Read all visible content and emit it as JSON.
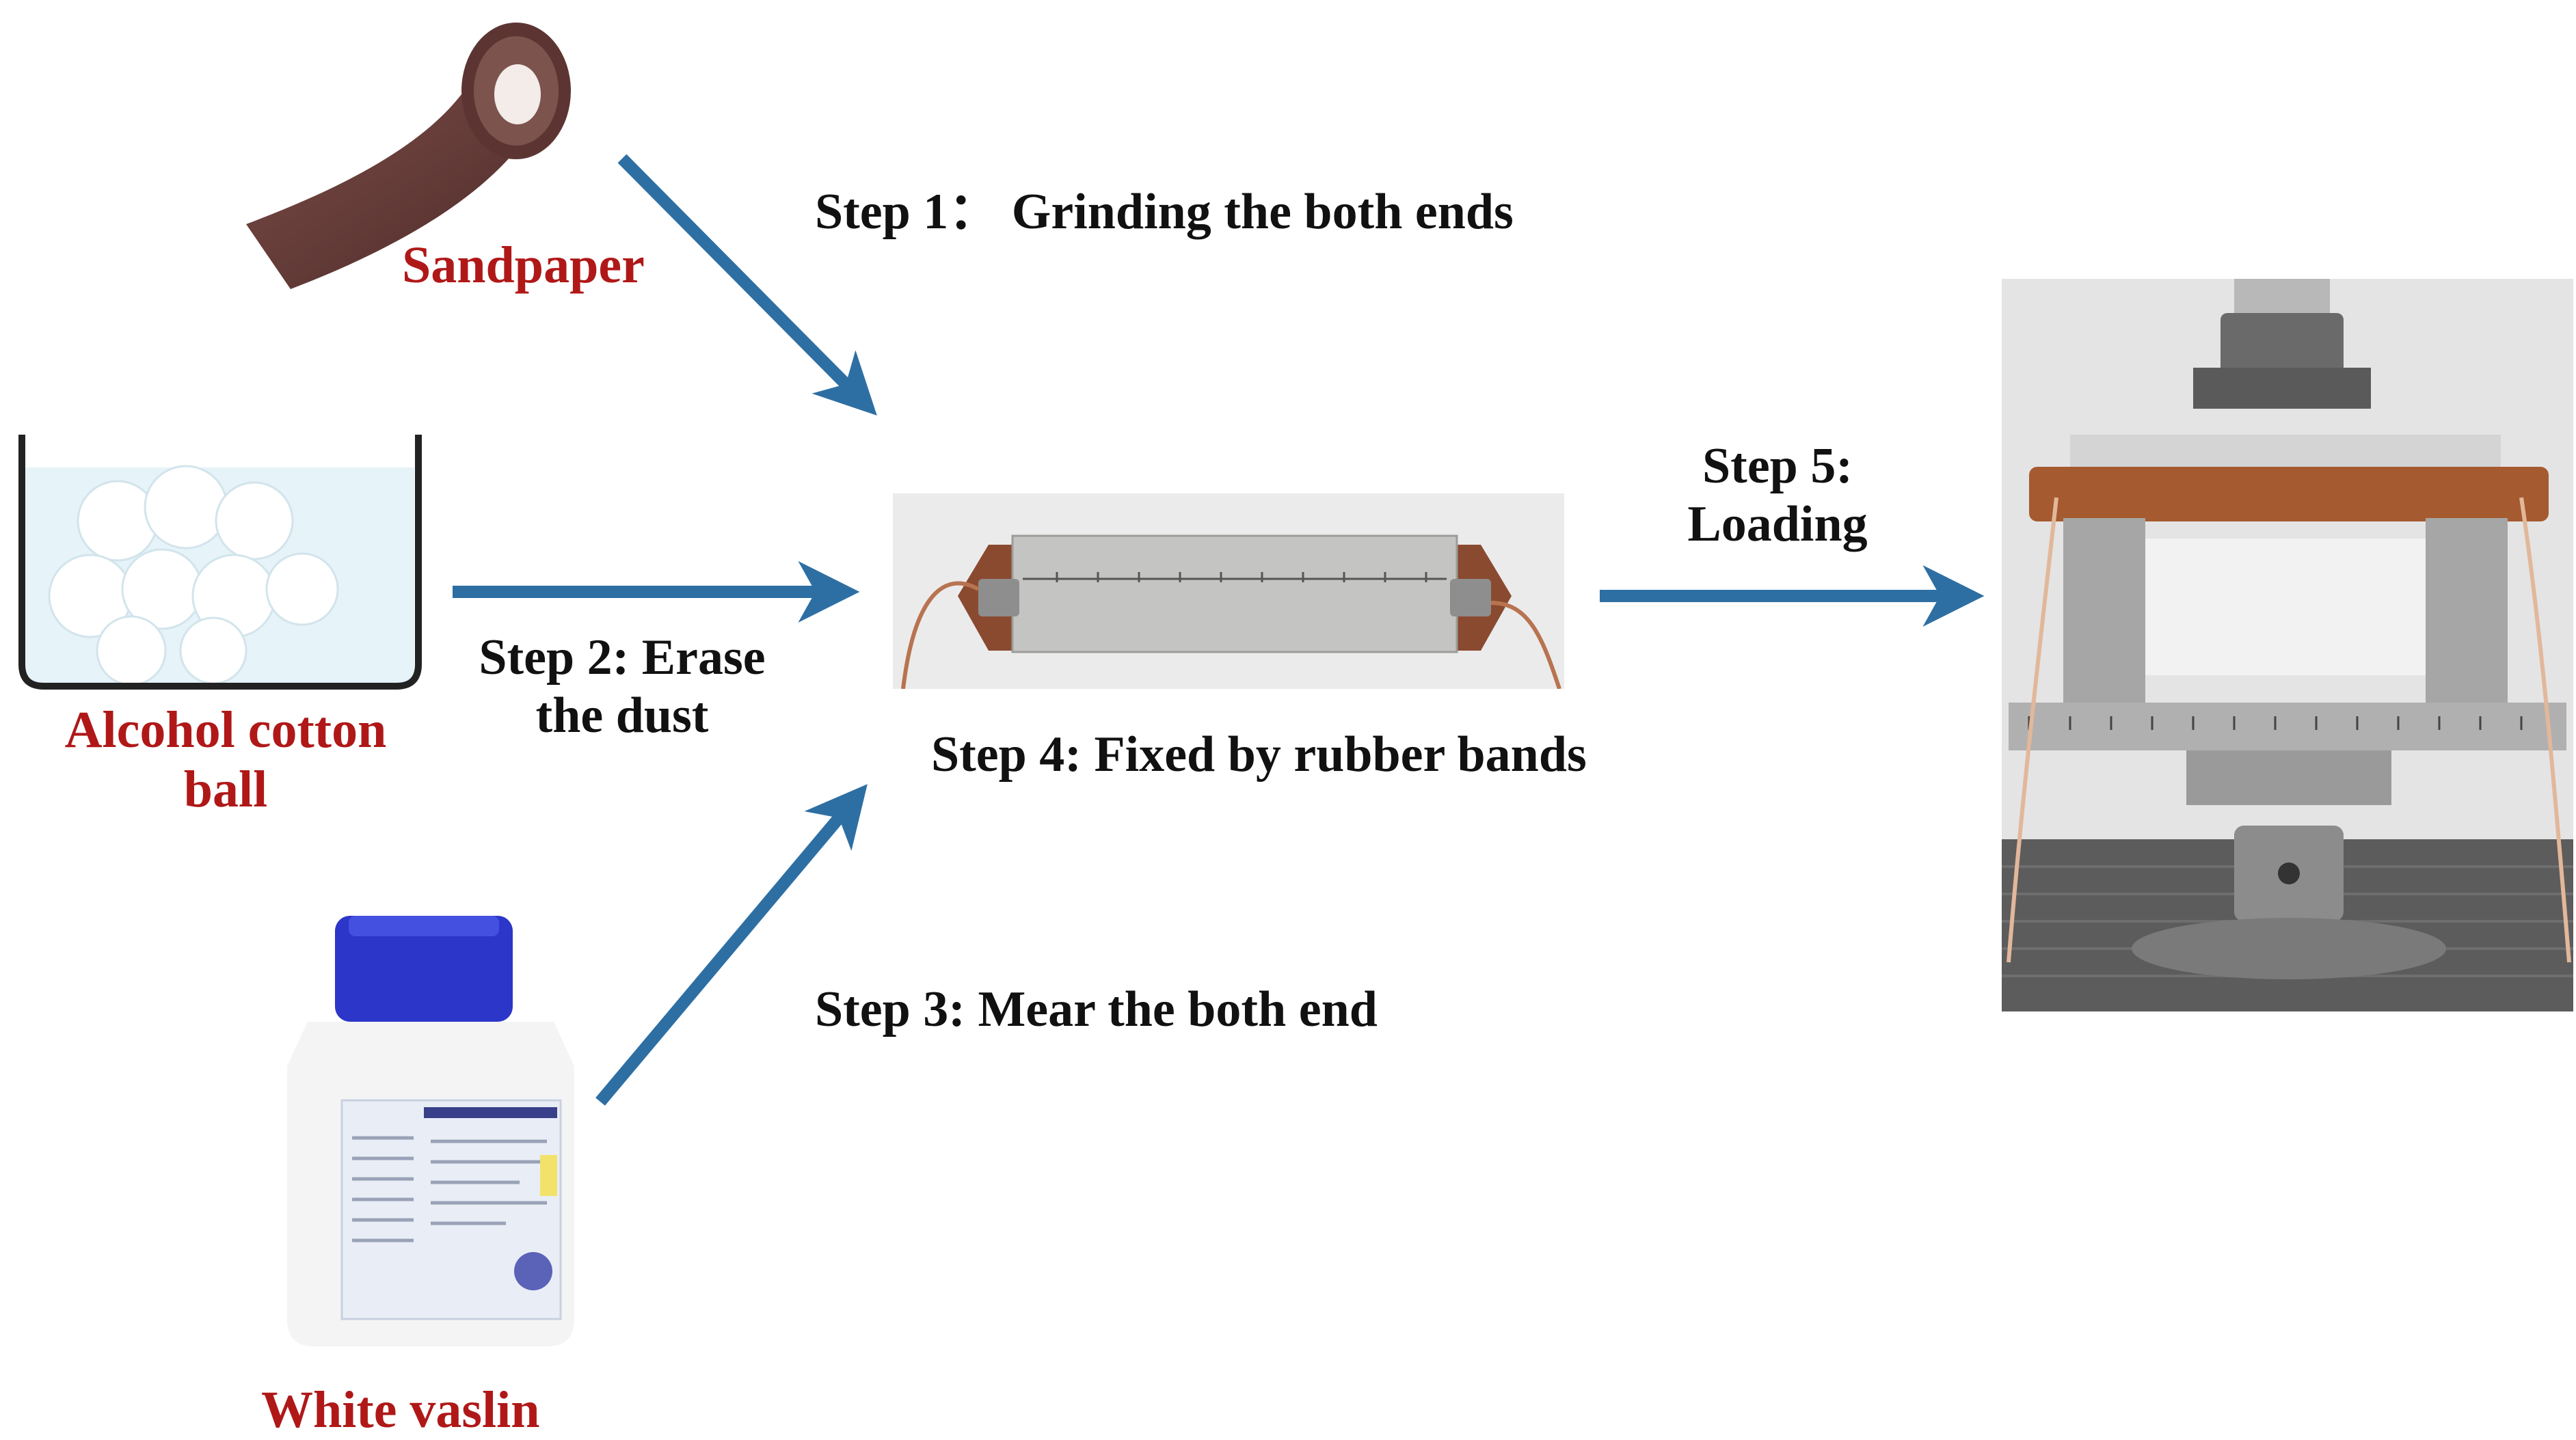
{
  "materials": {
    "sandpaper": "Sandpaper",
    "cotton_line1": "Alcohol  cotton",
    "cotton_line2": "ball",
    "vaseline": "White  vaslin"
  },
  "steps": {
    "step1": "Step 1：  Grinding the both ends",
    "step2_line1": "Step 2: Erase",
    "step2_line2": "the  dust",
    "step3": "Step 3: Mear the both end",
    "step4": "Step 4: Fixed by rubber bands",
    "step5_line1": "Step 5:",
    "step5_line2": "Loading"
  },
  "colors": {
    "arrow": "#2e6fa3",
    "material_label": "#b01818",
    "step_label": "#111111"
  }
}
